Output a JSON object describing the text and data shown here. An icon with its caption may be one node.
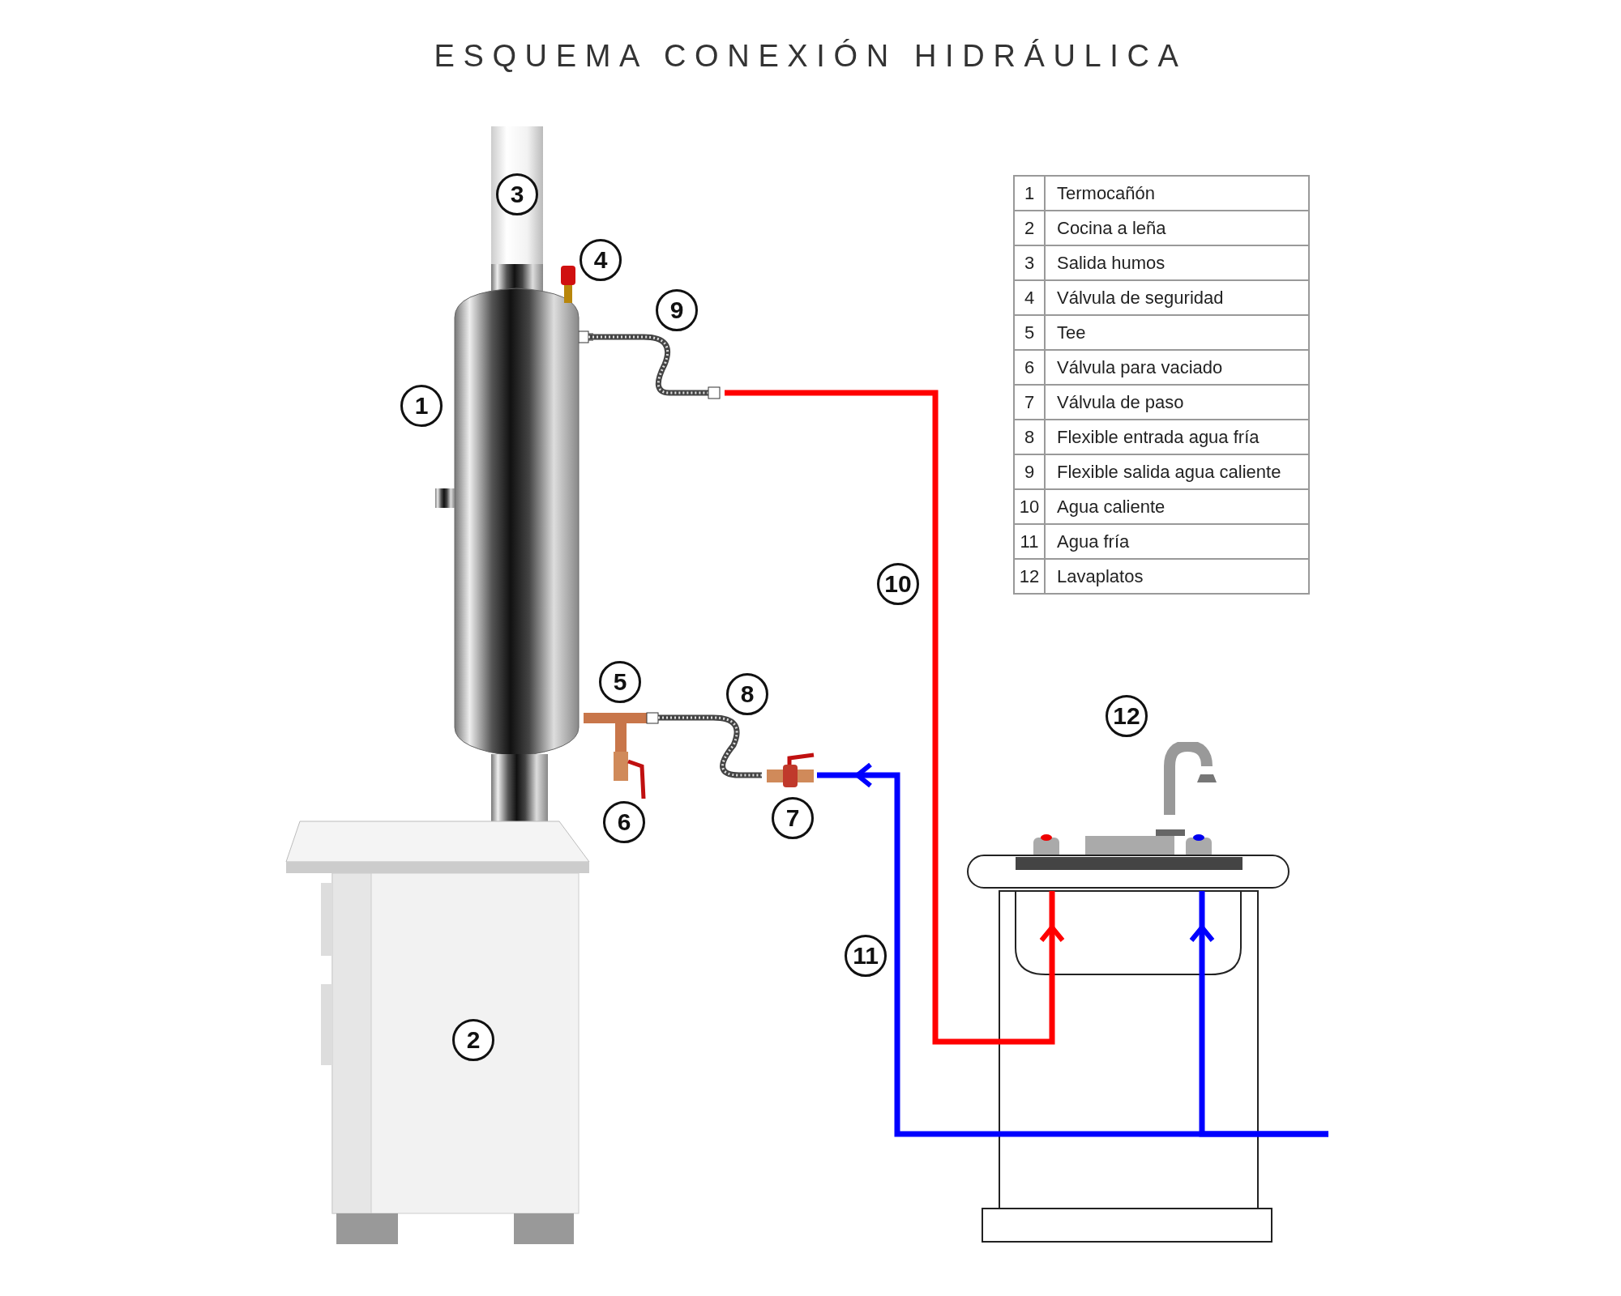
{
  "diagram": {
    "title": "ESQUEMA CONEXIÓN HIDRÁULICA",
    "nodes": [
      {
        "text": [],
        "shape": "picture"
      },
      {
        "text": [],
        "shape": "picture"
      },
      {
        "text": [],
        "shape": "picture"
      }
    ],
    "edges": [
      {
        "from": 0,
        "to": 2,
        "arrow": "to",
        "color": "#ff0000"
      },
      {
        "from": null,
        "to": 2,
        "arrow": "to",
        "color": "#0000ff"
      },
      {
        "from": null,
        "to": 1,
        "arrow": "to",
        "color": "#0000ff"
      }
    ],
    "labels": [
      "3",
      "4",
      "9",
      "1",
      "10",
      "5",
      "8",
      "12",
      "6",
      "7",
      "11",
      "2",
      "1",
      "Termocañón",
      "2",
      "Cocina a leña",
      "3",
      "Salida humos",
      "4",
      "Válvula de seguridad",
      "5",
      "Tee",
      "6",
      "Válvula para vaciado",
      "7",
      "Válvula de paso",
      "8",
      "Flexible entrada agua fría",
      "9",
      "Flexible salida agua caliente",
      "10",
      "Agua caliente",
      "11",
      "Agua fría",
      "12",
      "Lavaplatos"
    ]
  }
}
